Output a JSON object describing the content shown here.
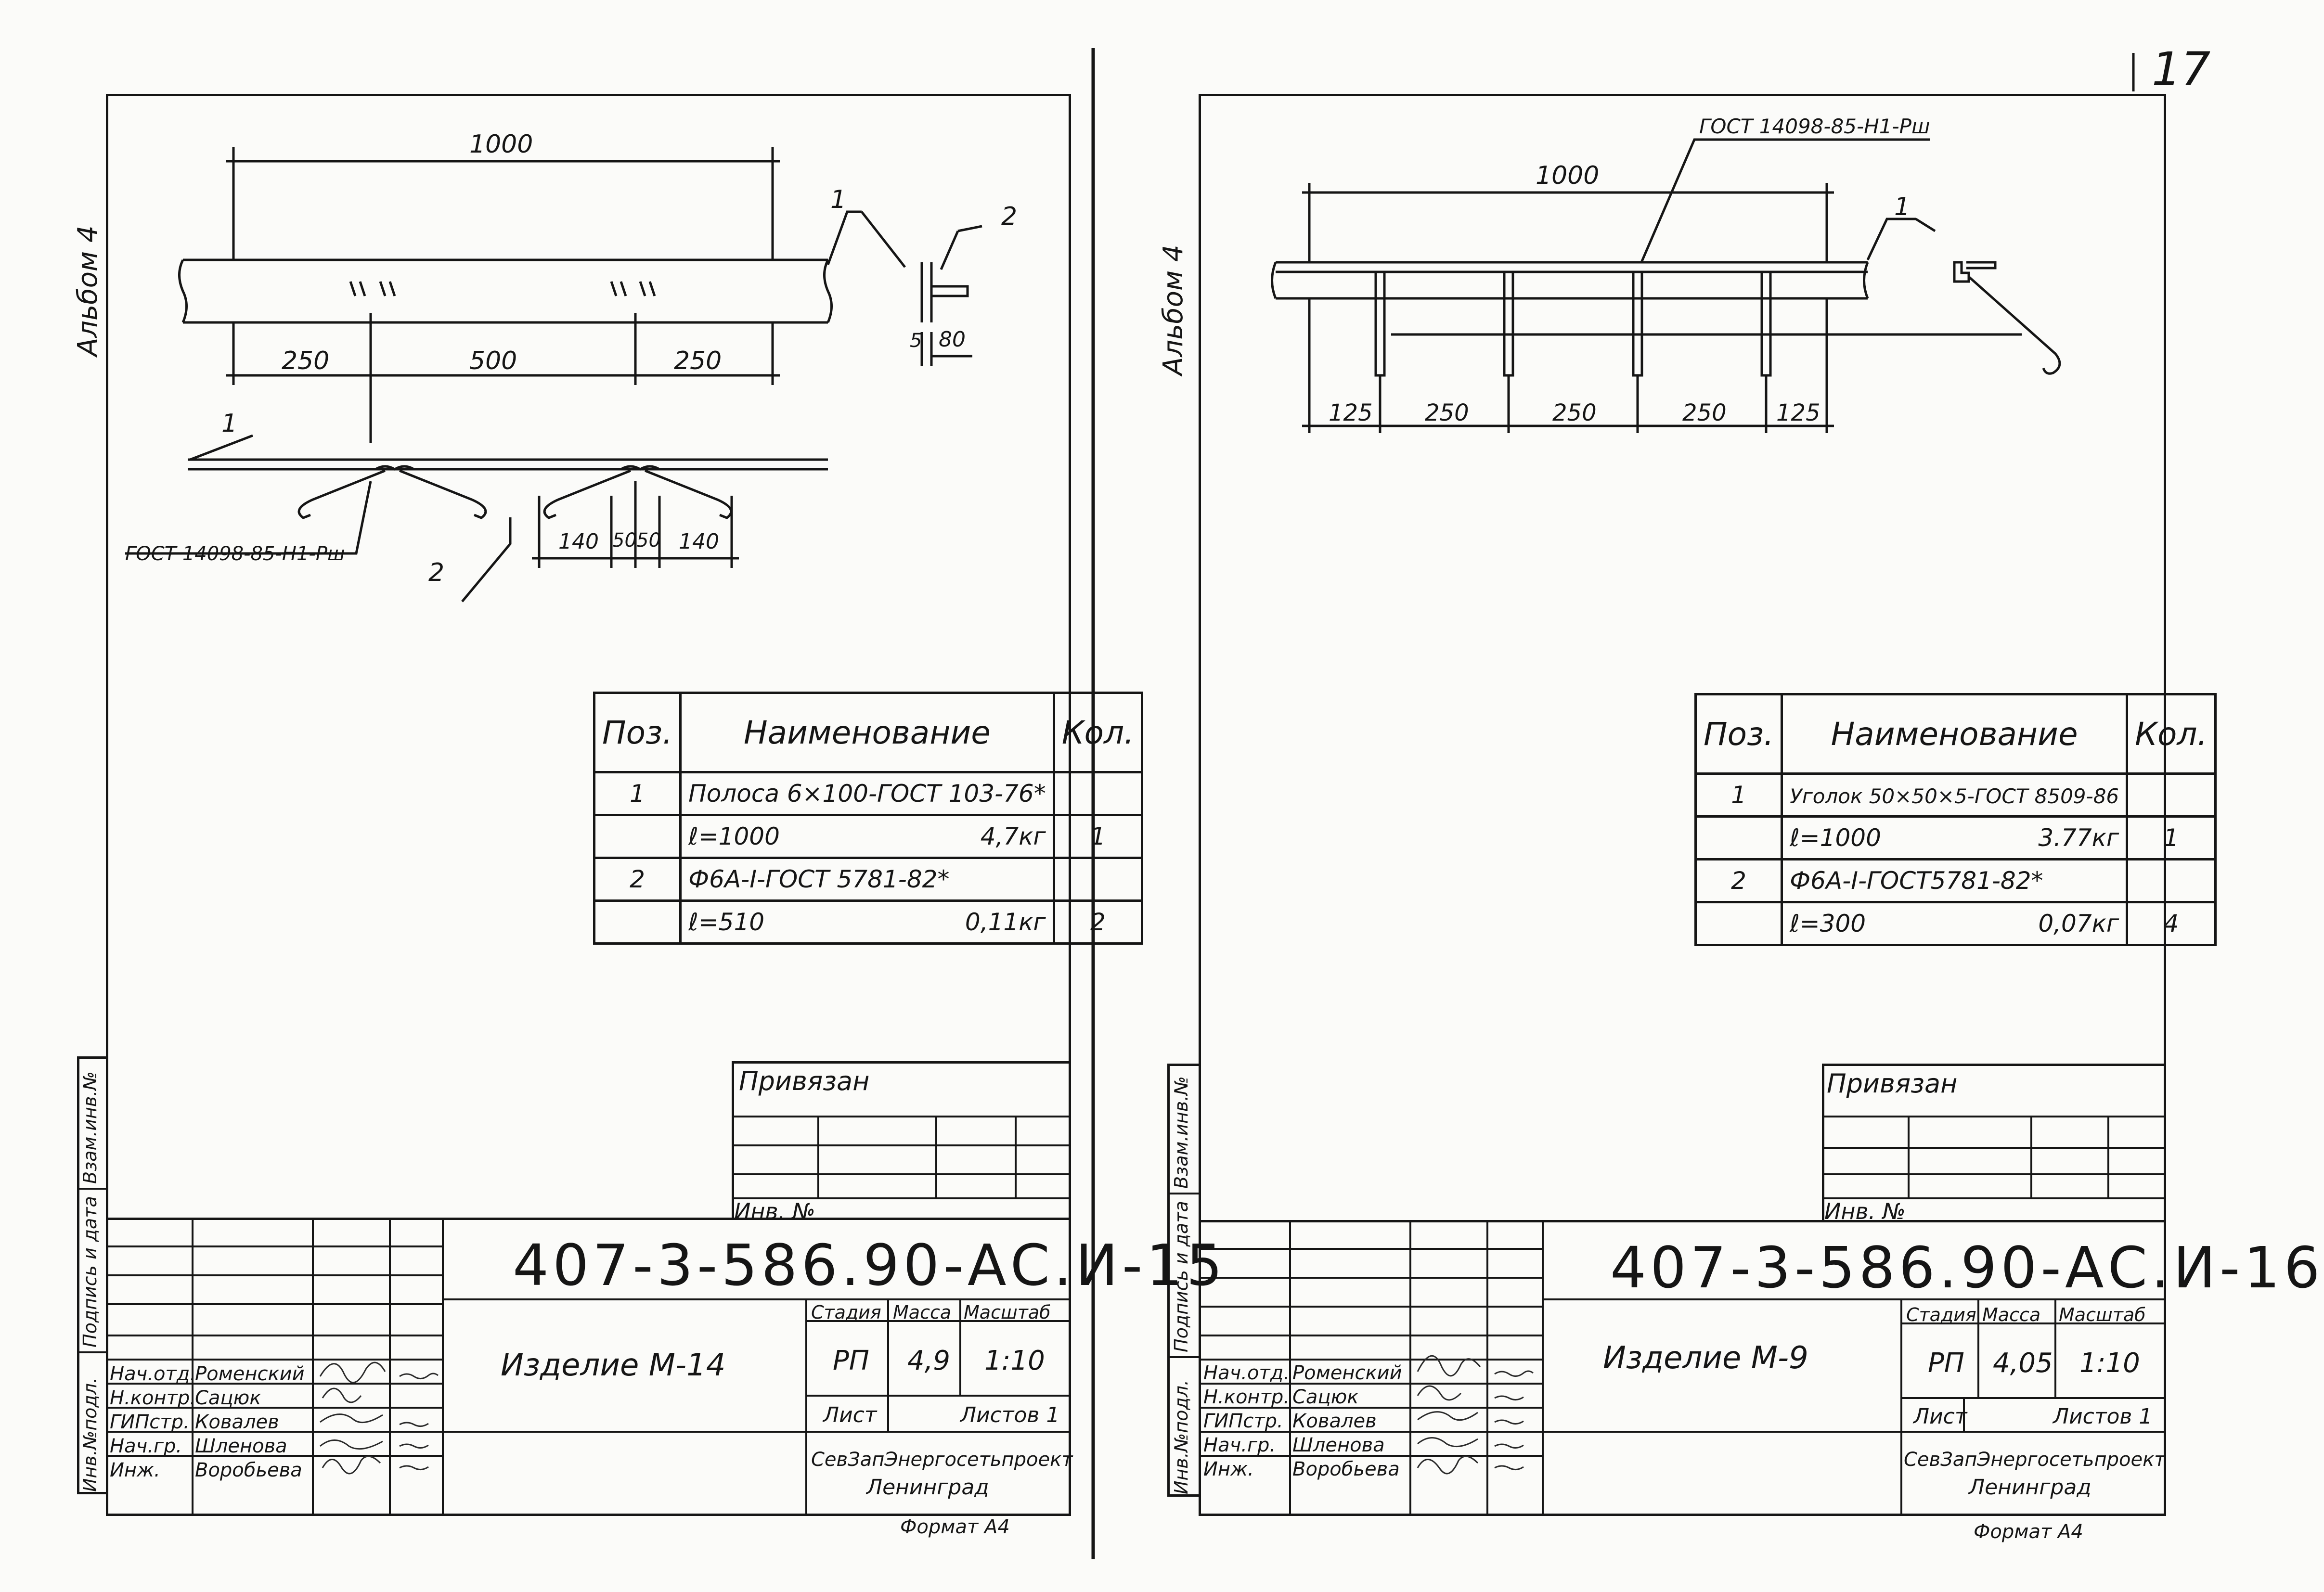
{
  "page": {
    "number": "17"
  },
  "sheets": [
    {
      "album": "Альбом 4",
      "drawing": {
        "dims_top": [
          "1000"
        ],
        "dims_bottom": [
          "250",
          "500",
          "250"
        ],
        "dims_anchor": [
          "140",
          "50",
          "50",
          "140"
        ],
        "dims_section": [
          "5",
          "80"
        ],
        "callouts": [
          "1",
          "2",
          "1",
          "2"
        ],
        "weld_note": "ГОСТ 14098-85-Н1-Рш"
      },
      "spec": {
        "headers": [
          "Поз.",
          "Наименование",
          "Кол."
        ],
        "rows": [
          {
            "pos": "1",
            "name": "Полоса 6×100-ГОСТ 103-76*",
            "mass": "",
            "qty": ""
          },
          {
            "pos": "",
            "name": "ℓ=1000",
            "mass": "4,7кг",
            "qty": "1"
          },
          {
            "pos": "2",
            "name": "Ф6А-I-ГОСТ 5781-82*",
            "mass": "",
            "qty": ""
          },
          {
            "pos": "",
            "name": "ℓ=510",
            "mass": "0,11кг",
            "qty": "2"
          }
        ]
      },
      "privyazan": "Привязан",
      "inv_no": "Инв. №",
      "sidebar": [
        "Инв.№подл.",
        "Подпись и дата",
        "Взам.инв.№"
      ],
      "title": {
        "code": "407-3-586.90-АС.И-15",
        "item": "Изделие М-14",
        "stage_label": "Стадия",
        "mass_label": "Масса",
        "scale_label": "Масштаб",
        "stage": "РП",
        "mass": "4,9",
        "scale": "1:10",
        "sheet_label": "Лист",
        "sheets_label": "Листов 1",
        "org": "СевЗапЭнергосетьпроект",
        "city": "Ленинград",
        "roles": [
          "Нач.отд.",
          "Н.контр.",
          "ГИПстр.",
          "Нач.гр.",
          "Инж."
        ],
        "names": [
          "Роменский",
          "Сацюк",
          "Ковалев",
          "Шленова",
          "Воробьева"
        ]
      },
      "format": "Формат А4"
    },
    {
      "album": "Альбом 4",
      "drawing": {
        "dims_top": [
          "1000"
        ],
        "dims_bottom": [
          "125",
          "250",
          "250",
          "250",
          "125"
        ],
        "callouts": [
          "1"
        ],
        "weld_note": "ГОСТ 14098-85-Н1-Рш"
      },
      "spec": {
        "headers": [
          "Поз.",
          "Наименование",
          "Кол."
        ],
        "rows": [
          {
            "pos": "1",
            "name": "Уголок 50×50×5-ГОСТ 8509-86",
            "mass": "",
            "qty": ""
          },
          {
            "pos": "",
            "name": "ℓ=1000",
            "mass": "3.77кг",
            "qty": "1"
          },
          {
            "pos": "2",
            "name": "Ф6А-I-ГОСТ5781-82*",
            "mass": "",
            "qty": ""
          },
          {
            "pos": "",
            "name": "ℓ=300",
            "mass": "0,07кг",
            "qty": "4"
          }
        ]
      },
      "privyazan": "Привязан",
      "inv_no": "Инв. №",
      "sidebar": [
        "Инв.№подл.",
        "Подпись и дата",
        "Взам.инв.№"
      ],
      "title": {
        "code": "407-3-586.90-АС.И-16",
        "item": "Изделие М-9",
        "stage_label": "Стадия",
        "mass_label": "Масса",
        "scale_label": "Масштаб",
        "stage": "РП",
        "mass": "4,05",
        "scale": "1:10",
        "sheet_label": "Лист",
        "sheets_label": "Листов 1",
        "org": "СевЗапЭнергосетьпроект",
        "city": "Ленинград",
        "roles": [
          "Нач.отд.",
          "Н.контр.",
          "ГИПстр.",
          "Нач.гр.",
          "Инж."
        ],
        "names": [
          "Роменский",
          "Сацюк",
          "Ковалев",
          "Шленова",
          "Воробьева"
        ]
      },
      "format": "Формат А4"
    }
  ]
}
